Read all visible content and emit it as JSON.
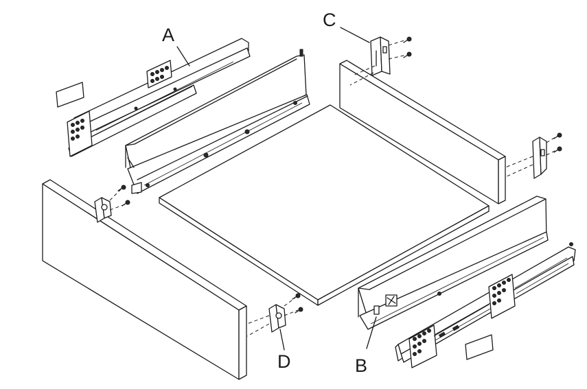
{
  "labels": {
    "a": "A",
    "b": "B",
    "c": "C",
    "d": "D"
  },
  "colors": {
    "line": "#1a1a1a",
    "background": "#ffffff"
  },
  "parts": [
    "runner-rail-left",
    "drawer-side-left",
    "back-panel",
    "base-panel",
    "front-panel",
    "drawer-side-right",
    "runner-rail-right",
    "back-bracket",
    "front-bracket"
  ]
}
